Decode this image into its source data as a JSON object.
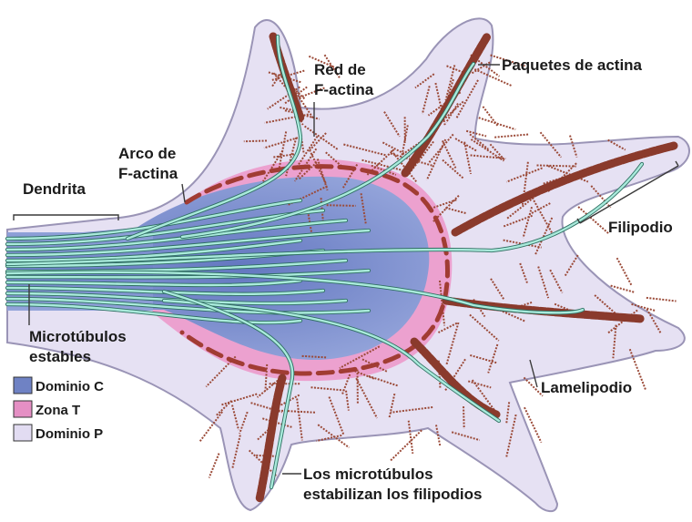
{
  "labels": {
    "dendrita": "Dendrita",
    "arco_line1": "Arco de",
    "arco_line2": "F-actina",
    "red_line1": "Red de",
    "red_line2": "F-actina",
    "paquetes": "Paquetes de actina",
    "filipodio": "Filipodio",
    "microtubulos_line1": "Microtúbulos",
    "microtubulos_line2": "estables",
    "lamelipodio": "Lamelipodio",
    "estabilizan_line1": "Los microtúbulos",
    "estabilizan_line2": "estabilizan los filipodios"
  },
  "legend": [
    {
      "label": "Dominio C",
      "color": "#6f82c4"
    },
    {
      "label": "Zona T",
      "color": "#e58fc4"
    },
    {
      "label": "Dominio P",
      "color": "#e2dcf2"
    }
  ],
  "colors": {
    "membrane": "#e6e1f3",
    "membrane_outline": "#9a94b6",
    "t_zone": "#ec9acb",
    "c_domain": "#7f91cf",
    "actin": "#8a3a2c",
    "microtubule": "#a9eadb"
  }
}
